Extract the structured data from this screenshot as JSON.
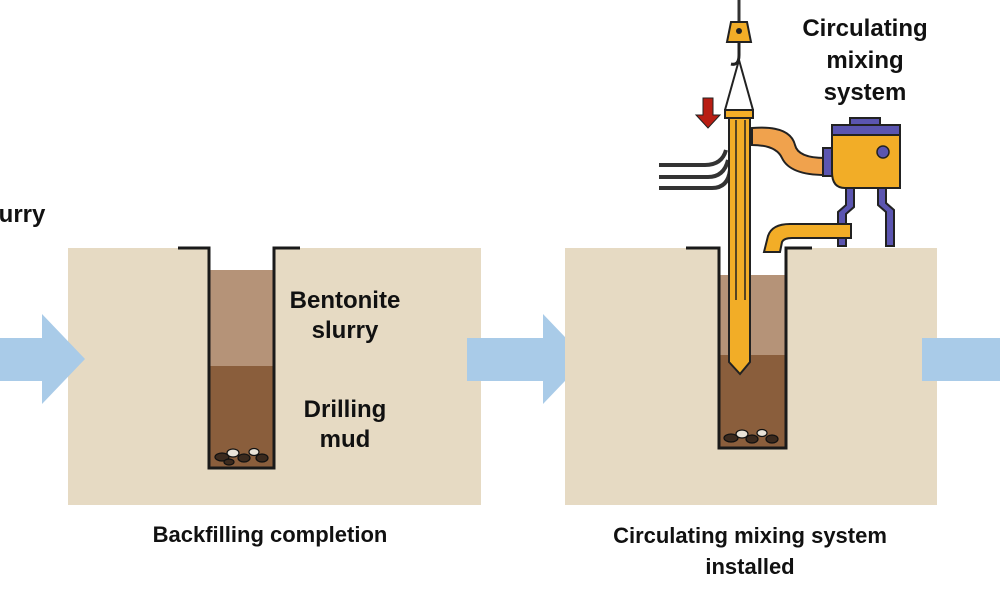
{
  "left_edge": {
    "partial_label": "lurry"
  },
  "panel_backfill": {
    "upper_label": [
      "Bentonite",
      "slurry"
    ],
    "lower_label": [
      "Drilling",
      "mud"
    ],
    "caption": [
      "Backfilling completion"
    ]
  },
  "panel_circulating": {
    "system_label": [
      "Circulating",
      "mixing",
      "system"
    ],
    "caption": [
      "Circulating mixing system",
      "installed"
    ]
  },
  "colors": {
    "ground": "#e6dac3",
    "slurry": "#b59378",
    "mud": "#8a5e3c",
    "arrow": "#a9cbe8",
    "pipe": "#f2ad27",
    "frame": "#5b55b0",
    "down_arrow": "#b81d13"
  }
}
